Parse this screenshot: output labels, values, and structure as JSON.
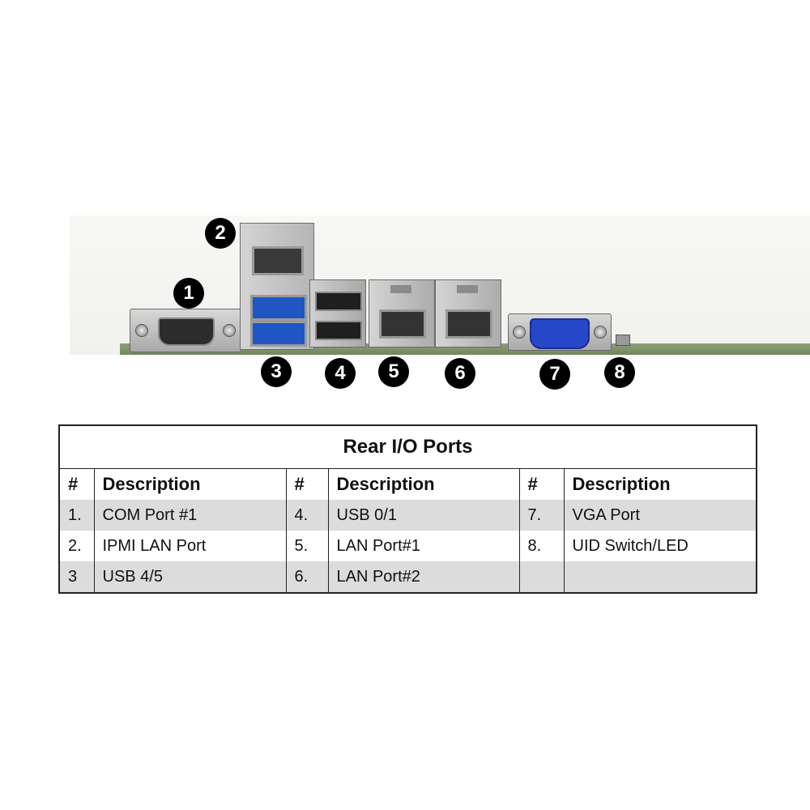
{
  "callouts": [
    "1",
    "2",
    "3",
    "4",
    "5",
    "6",
    "7",
    "8"
  ],
  "table": {
    "title": "Rear I/O Ports",
    "headers": [
      "#",
      "Description",
      "#",
      "Description",
      "#",
      "Description"
    ],
    "rows": [
      [
        "1.",
        "COM Port #1",
        "4.",
        "USB 0/1",
        "7.",
        "VGA Port"
      ],
      [
        "2.",
        "IPMI LAN Port",
        "5.",
        "LAN Port#1",
        "8.",
        "UID Switch/LED"
      ],
      [
        "3",
        "USB 4/5",
        "6.",
        "LAN Port#2",
        "",
        ""
      ]
    ]
  },
  "colors": {
    "row_shade": "#dcdcdc",
    "usb3_blue": "#1f56c4",
    "vga_blue": "#2547c8",
    "pcb_green": "#7d9168",
    "callout_bg": "#000000"
  }
}
